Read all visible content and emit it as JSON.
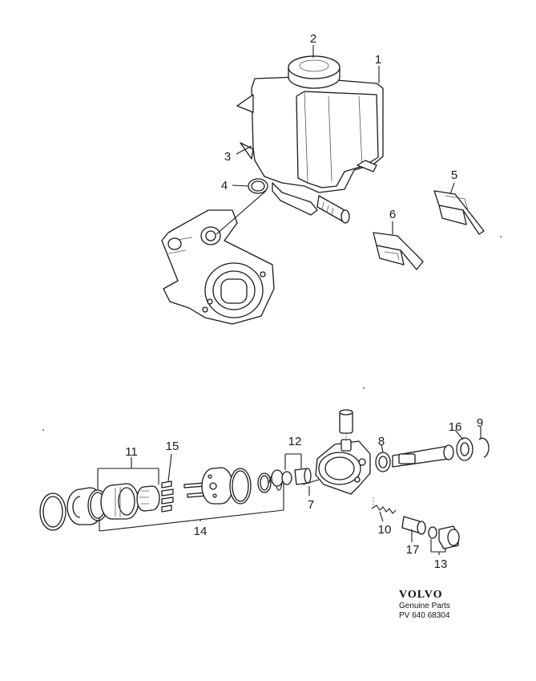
{
  "callouts": {
    "c1": "1",
    "c2": "2",
    "c3": "3",
    "c4": "4",
    "c5": "5",
    "c6": "6",
    "c7": "7",
    "c8": "8",
    "c9": "9",
    "c10": "10",
    "c11": "11",
    "c12": "12",
    "c13": "13",
    "c14": "14",
    "c15": "15",
    "c16": "16",
    "c17": "17"
  },
  "logo": {
    "brand": "VOLVO",
    "subtitle": "Genuine Parts",
    "code": "PV 640 68304"
  }
}
